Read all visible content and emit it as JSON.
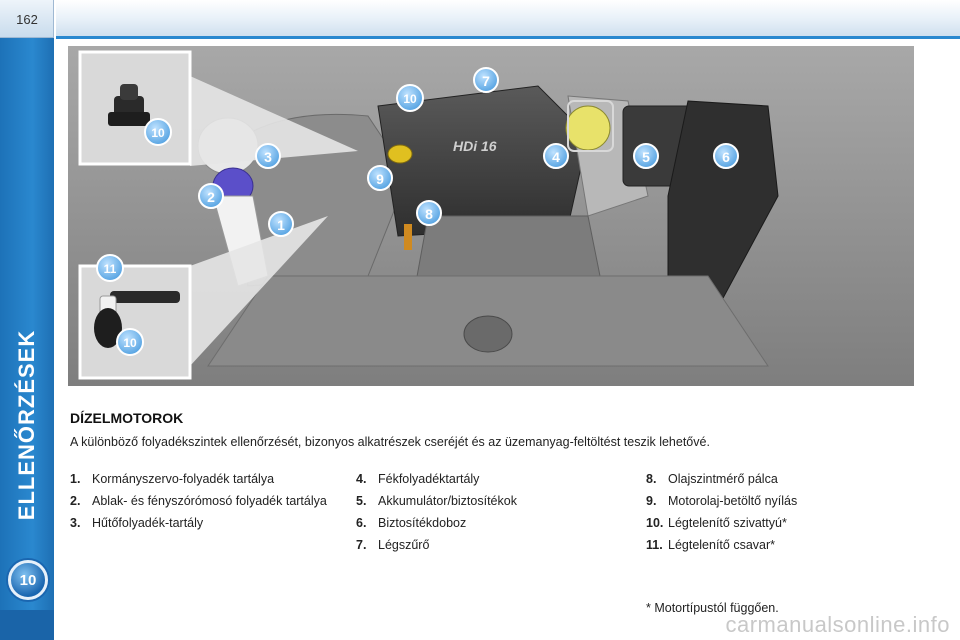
{
  "page": {
    "number": "162",
    "section_title": "ELLENŐRZÉSEK",
    "section_badge": "10"
  },
  "illustration": {
    "callouts": [
      "1",
      "2",
      "3",
      "4",
      "5",
      "6",
      "7",
      "8",
      "9",
      "10",
      "11"
    ],
    "engine_cover_text": "HDi 16",
    "inset_top_label": "10",
    "inset_bottom_labels": [
      "11",
      "10"
    ]
  },
  "content": {
    "heading": "DÍZELMOTOROK",
    "intro": "A különböző folyadékszintek ellenőrzését, bizonyos alkatrészek cseréjét és az üzemanyag-feltöltést teszik lehetővé.",
    "columns": [
      [
        {
          "num": "1.",
          "text": "Kormányszervo-folyadék tartálya"
        },
        {
          "num": "2.",
          "text": "Ablak- és fényszórómosó folyadék tartálya"
        },
        {
          "num": "3.",
          "text": "Hűtőfolyadék-tartály"
        }
      ],
      [
        {
          "num": "4.",
          "text": "Fékfolyadéktartály"
        },
        {
          "num": "5.",
          "text": "Akkumulátor/biztosítékok"
        },
        {
          "num": "6.",
          "text": "Biztosítékdoboz"
        },
        {
          "num": "7.",
          "text": "Légszűrő"
        }
      ],
      [
        {
          "num": "8.",
          "text": "Olajszintmérő pálca"
        },
        {
          "num": "9.",
          "text": "Motorolaj-betöltő nyílás"
        },
        {
          "num": "10.",
          "text": "Légtelenítő szivattyú*"
        },
        {
          "num": "11.",
          "text": "Légtelenítő csavar*"
        }
      ]
    ],
    "footnote": "* Motortípustól függően."
  },
  "watermark": "carmanualsonline.info"
}
